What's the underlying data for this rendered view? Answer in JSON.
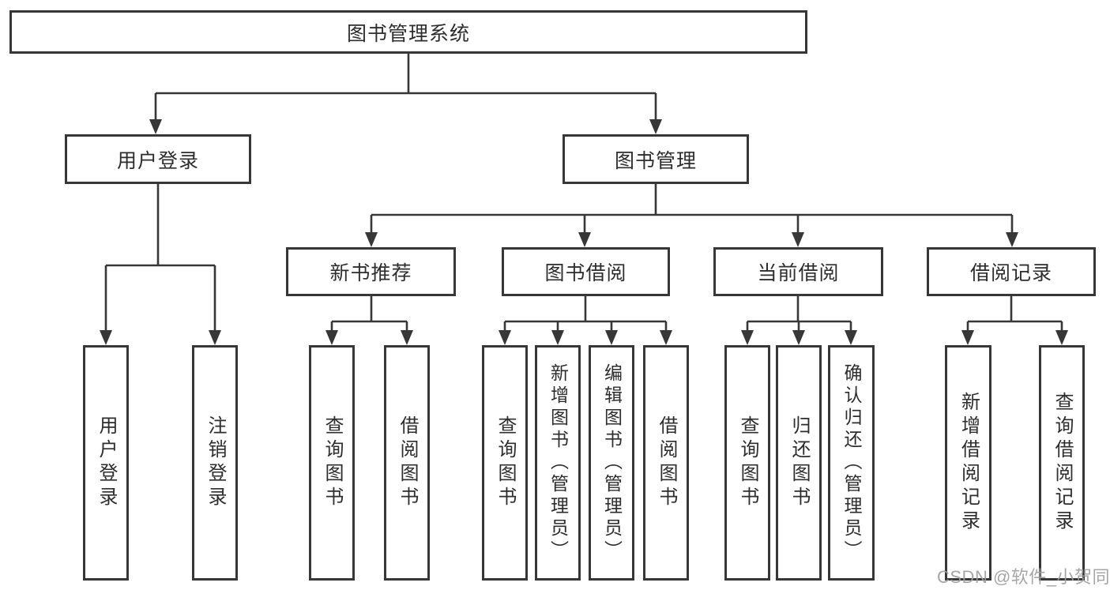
{
  "tree": {
    "root": {
      "label": "图书管理系统"
    },
    "level1": [
      {
        "label": "用户登录",
        "leaves": [
          {
            "label": "用户登录"
          },
          {
            "label": "注销登录"
          }
        ]
      },
      {
        "label": "图书管理",
        "level2": [
          {
            "label": "新书推荐",
            "leaves": [
              {
                "label": "查询图书"
              },
              {
                "label": "借阅图书"
              }
            ]
          },
          {
            "label": "图书借阅",
            "leaves": [
              {
                "label": "查询图书"
              },
              {
                "label": "新增图书（管理员）"
              },
              {
                "label": "编辑图书（管理员）"
              },
              {
                "label": "借阅图书"
              }
            ]
          },
          {
            "label": "当前借阅",
            "leaves": [
              {
                "label": "查询图书"
              },
              {
                "label": "归还图书"
              },
              {
                "label": "确认归还（管理员）"
              }
            ]
          },
          {
            "label": "借阅记录",
            "leaves": [
              {
                "label": "新增借阅记录"
              },
              {
                "label": "查询借阅记录"
              }
            ]
          }
        ]
      }
    ]
  },
  "watermark": {
    "text": "CSDN @软件_小贺同学"
  },
  "colors": {
    "line": "#373737",
    "box_border": "#373737",
    "background": "#ffffff",
    "watermark": "#9e9e9e"
  }
}
